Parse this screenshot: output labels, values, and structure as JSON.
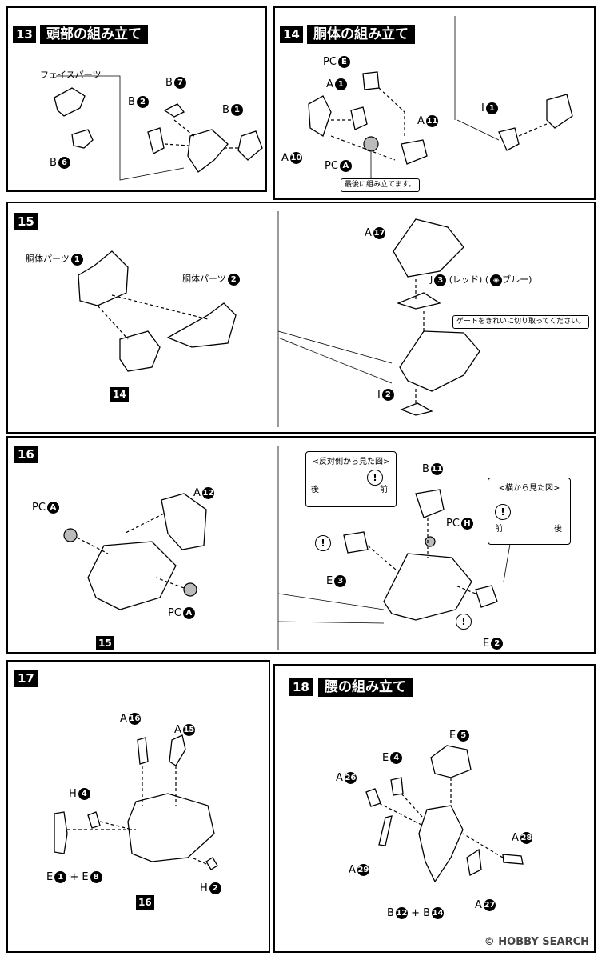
{
  "steps": {
    "s13": {
      "num": "13",
      "title": "頭部の組み立て",
      "face_label": "フェイスパーツ",
      "labels": {
        "b7": "B",
        "b2": "B",
        "b1": "B",
        "b6": "B"
      },
      "nums": {
        "b7": "7",
        "b2": "2",
        "b1": "1",
        "b6": "6"
      }
    },
    "s14": {
      "num": "14",
      "title": "胴体の組み立て",
      "labels": {
        "pce": "PC",
        "a1": "A",
        "a11": "A",
        "a10": "A",
        "pca": "PC",
        "i1": "I"
      },
      "nums": {
        "pce": "E",
        "a1": "1",
        "a11": "11",
        "a10": "10",
        "pca": "A",
        "i1": "1"
      },
      "note": "最後に組み立てます。"
    },
    "s15": {
      "num": "15",
      "body1": "胴体パーツ",
      "body2": "胴体パーツ",
      "body1_num": "1",
      "body2_num": "2",
      "ref": "14",
      "labels": {
        "a17": "A",
        "j3": "J",
        "i2": "I"
      },
      "nums": {
        "a17": "17",
        "j3": "3",
        "i2": "2"
      },
      "j3_color": "(レッド)",
      "j3_alt": "ブルー)",
      "j3_alt_open": "(",
      "gate_note": "ゲートをきれいに切り取ってください。"
    },
    "s16": {
      "num": "16",
      "ref": "15",
      "labels": {
        "pca_top": "PC",
        "a12": "A",
        "pca_bot": "PC",
        "b11": "B",
        "pch": "PC",
        "e3": "E",
        "e2": "E"
      },
      "nums": {
        "pca_top": "A",
        "a12": "12",
        "pca_bot": "A",
        "b11": "11",
        "pch": "H",
        "e3": "3",
        "e2": "2"
      },
      "callout_left": {
        "title": "<反対側から見た図>",
        "left": "後",
        "right": "前"
      },
      "callout_right": {
        "title": "<横から見た図>",
        "left": "前",
        "right": "後"
      },
      "warn": "!"
    },
    "s17": {
      "num": "17",
      "ref": "16",
      "labels": {
        "a16": "A",
        "a15": "A",
        "h4": "H",
        "e1": "E",
        "e8": "E",
        "h2": "H",
        "plus": "+"
      },
      "nums": {
        "a16": "16",
        "a15": "15",
        "h4": "4",
        "e1": "1",
        "e8": "8",
        "h2": "2"
      }
    },
    "s18": {
      "num": "18",
      "title": "腰の組み立て",
      "labels": {
        "e5": "E",
        "e4": "E",
        "a26": "A",
        "a28": "A",
        "a29": "A",
        "a27": "A",
        "b12": "B",
        "b14": "B",
        "plus": "+"
      },
      "nums": {
        "e5": "5",
        "e4": "4",
        "a26": "26",
        "a28": "28",
        "a29": "29",
        "a27": "27",
        "b12": "12",
        "b14": "14"
      }
    }
  },
  "watermark": "HOBBY SEARCH",
  "watermark_symbol": "©"
}
